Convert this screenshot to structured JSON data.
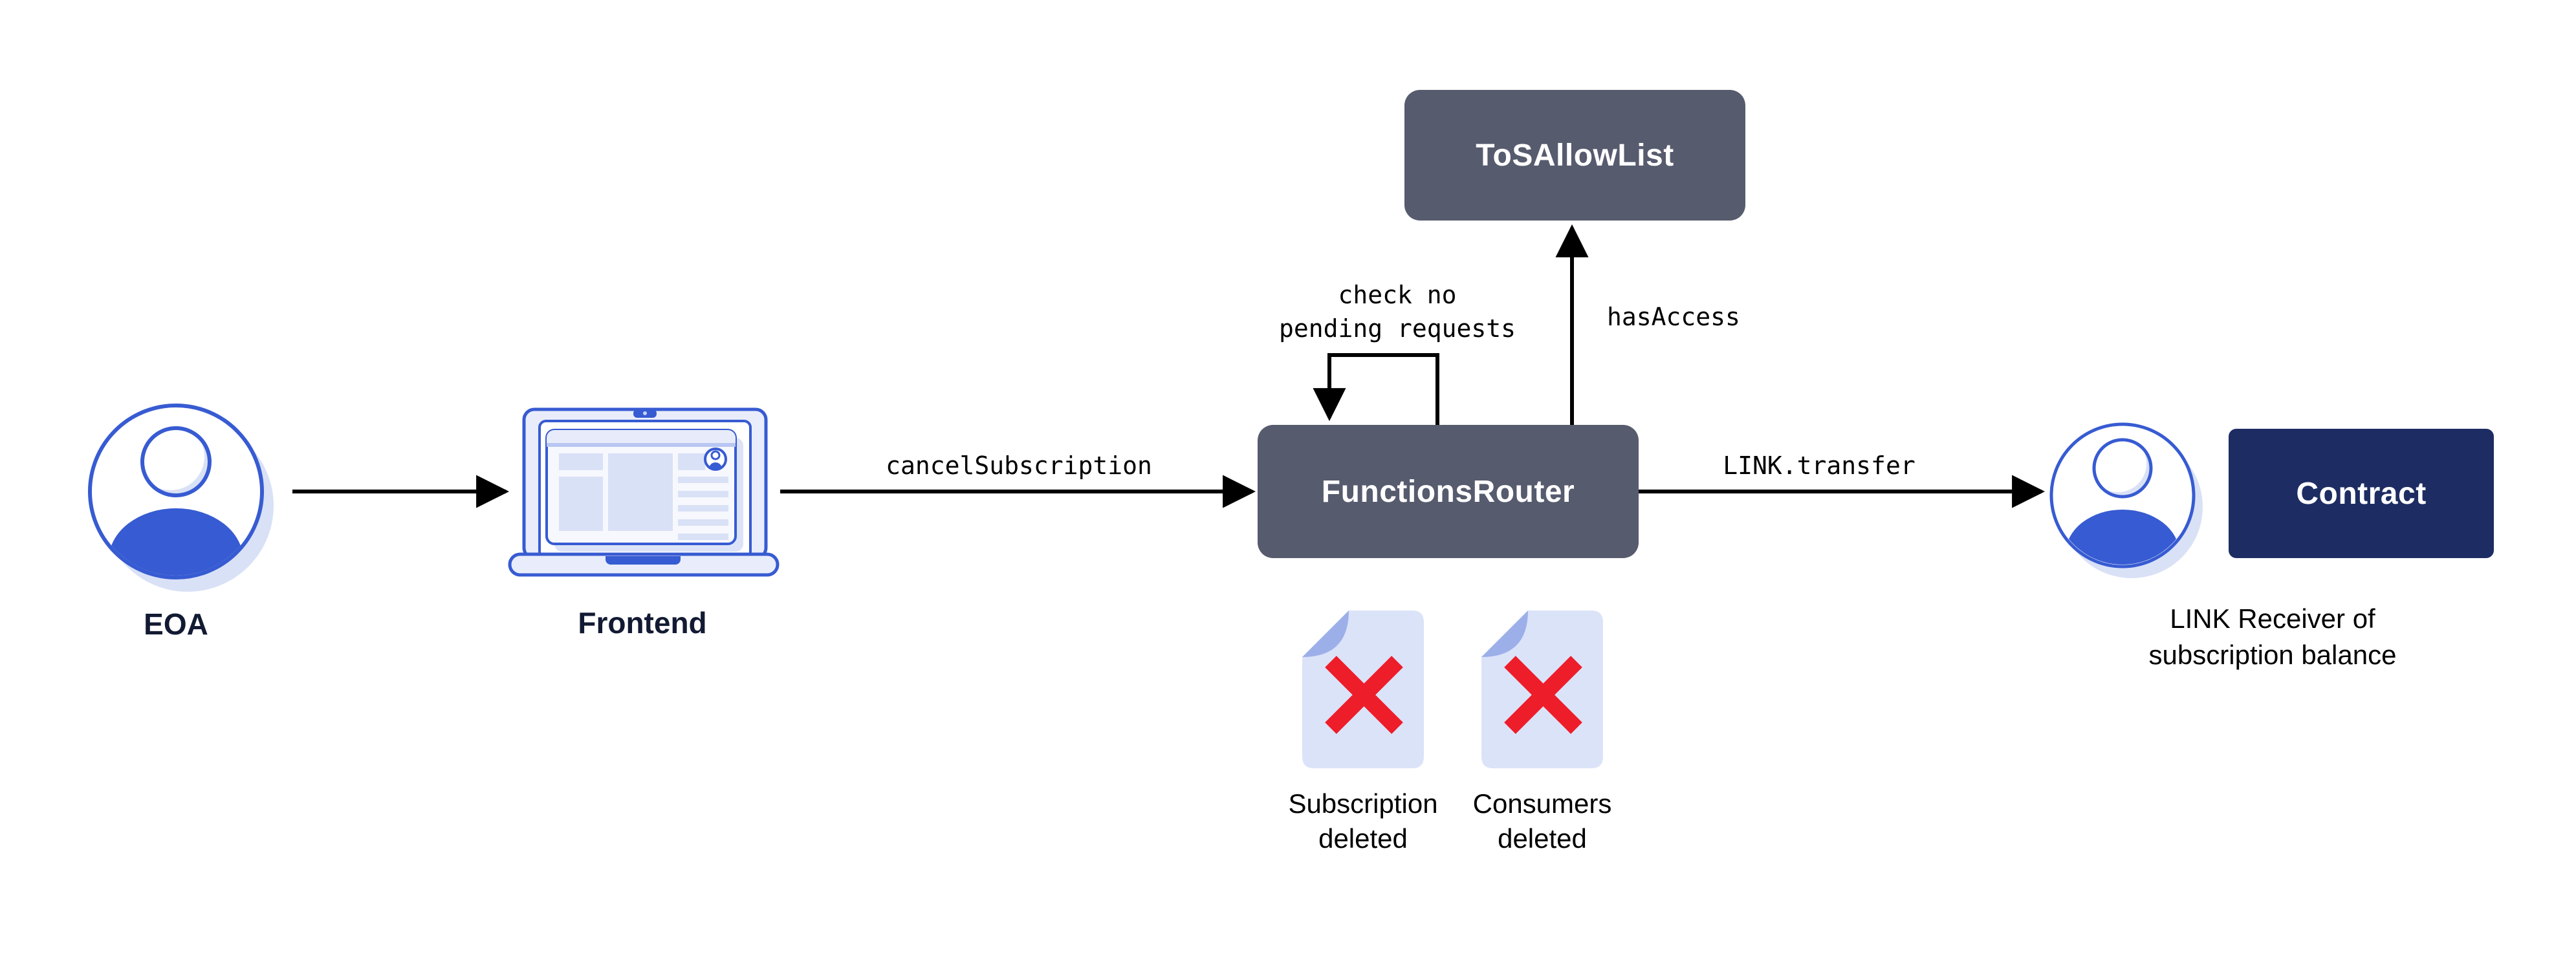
{
  "nodes": {
    "eoa": {
      "label": "EOA",
      "icon": "user-icon"
    },
    "frontend": {
      "label": "Frontend",
      "icon": "laptop-icon"
    },
    "functions_router": {
      "label": "FunctionsRouter",
      "fill": "#565B6E",
      "text_color": "#FFFFFF"
    },
    "tos_allow_list": {
      "label": "ToSAllowList",
      "fill": "#565B6E",
      "text_color": "#FFFFFF"
    },
    "contract": {
      "label": "Contract",
      "fill": "#1D2D63",
      "text_color": "#FFFFFF"
    },
    "link_receiver": {
      "label": "LINK Receiver of subscription balance",
      "icon": "user-icon"
    }
  },
  "edges": {
    "frontend_to_router": {
      "label": "cancelSubscription"
    },
    "router_self_loop": {
      "label": "check no\npending requests"
    },
    "router_to_tos": {
      "label": "hasAccess"
    },
    "router_to_receiver": {
      "label": "LINK.transfer"
    }
  },
  "documents": [
    {
      "label": "Subscription deleted",
      "icon": "deleted-doc-icon"
    },
    {
      "label": "Consumers deleted",
      "icon": "deleted-doc-icon"
    }
  ],
  "colors": {
    "accent": "#375BD2",
    "slate": "#565B6E",
    "navy": "#1D2D63",
    "lavender": "#D9E1F6",
    "doc_fill": "#DBE3F8",
    "doc_fold": "#9DAFE9",
    "red": "#EE1D2A",
    "label_dark": "#121A33",
    "arrow": "#000000",
    "screen_fill": "#E9EDFB",
    "panel_line": "#B9C6F2",
    "block_fill": "#D9E1F6",
    "background": "#FFFFFF"
  }
}
